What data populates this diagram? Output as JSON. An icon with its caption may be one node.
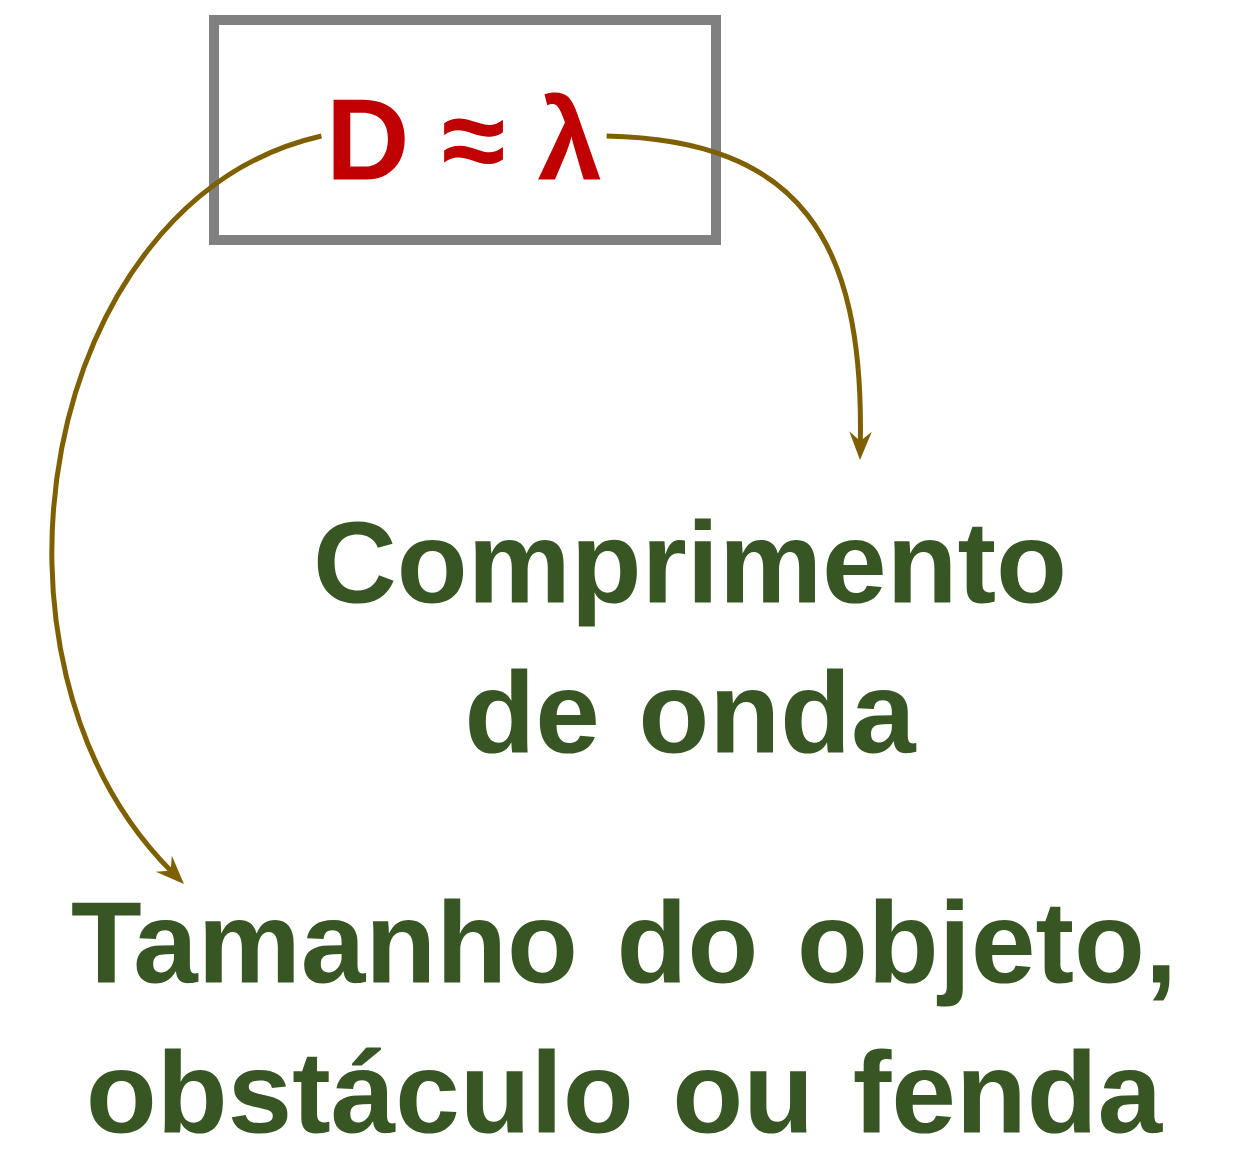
{
  "diagram": {
    "nodes": [
      {
        "text": [
          "D ≈ λ"
        ]
      },
      {
        "text": [
          "Comprimento de onda"
        ]
      },
      {
        "text": [
          "Tamanho do objeto, obstáculo ou fenda"
        ]
      }
    ],
    "edges": [
      {
        "from": 0,
        "to": 1,
        "arrow": "to"
      },
      {
        "from": 0,
        "to": 2,
        "arrow": "to"
      }
    ]
  }
}
